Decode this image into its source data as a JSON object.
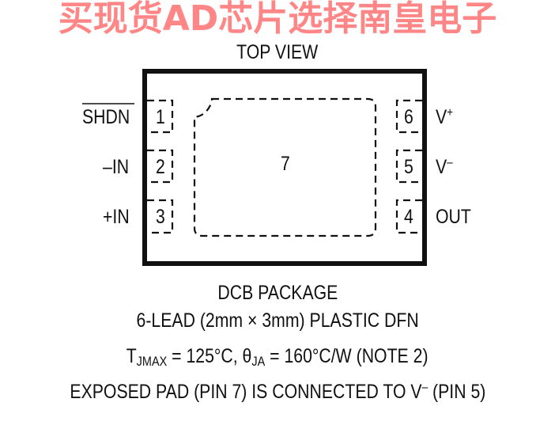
{
  "title": "TOP VIEW",
  "pins_left": [
    {
      "number": "1",
      "label": "SHDN",
      "overbar": true
    },
    {
      "number": "2",
      "label": "–IN"
    },
    {
      "number": "3",
      "label": "+IN"
    }
  ],
  "pins_right": [
    {
      "number": "6",
      "label": "V",
      "sup": "+"
    },
    {
      "number": "5",
      "label": "V",
      "sup": "–"
    },
    {
      "number": "4",
      "label": "OUT"
    }
  ],
  "exposed_pad_number": "7",
  "package": {
    "name": "DCB PACKAGE",
    "description": "6-LEAD (2mm × 3mm) PLASTIC DFN",
    "thermal": {
      "t": "T",
      "t_sub": "JMAX",
      "t_val": " = 125°C, θ",
      "theta_sub": "JA",
      "theta_val": " = 160°C/W (NOTE 2)"
    },
    "note_pre": "EXPOSED PAD (PIN 7) IS CONNECTED TO V",
    "note_sup": "–",
    "note_post": " (PIN 5)"
  },
  "watermark": "买现货AD芯片选择南皇电子"
}
